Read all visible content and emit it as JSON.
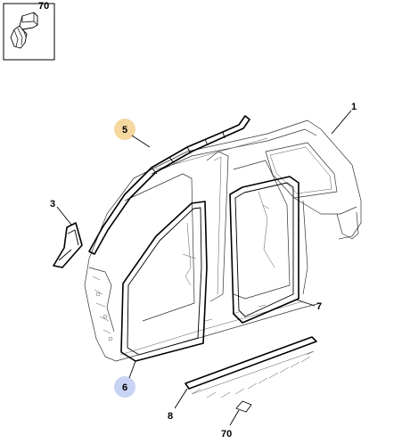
{
  "inset": {
    "callout": "70"
  },
  "callouts": {
    "body_shell": "1",
    "a_pillar_trim": "3",
    "roof_seal": "5",
    "front_door_seal": "6",
    "rear_door_seal": "7",
    "sill_moulding": "8",
    "clip": "70"
  },
  "colors": {
    "highlight_5": "#f5d7a0",
    "highlight_6": "#c8d4f3",
    "line": "#000000"
  }
}
